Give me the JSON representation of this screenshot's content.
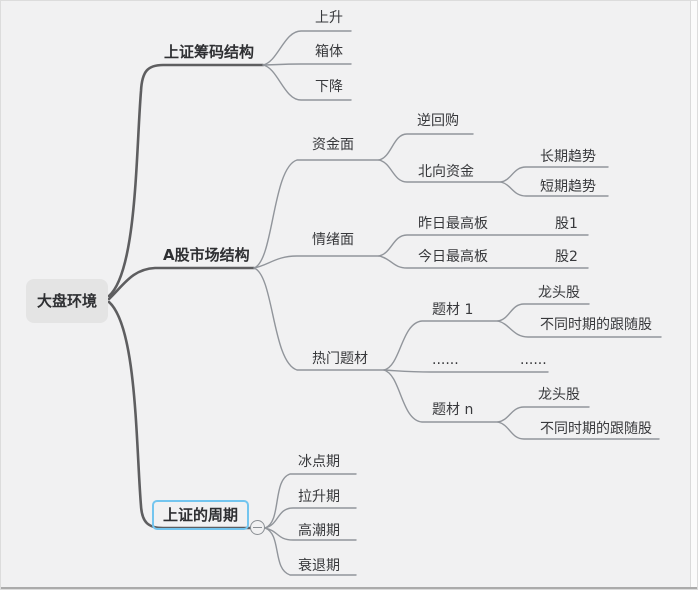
{
  "app": {
    "background_color": "#f1f1f2",
    "branch_line_color": "#5e5e60",
    "sub_line_color": "#91959b",
    "root_node_bg": "#e4e4e4",
    "selected_border_color": "#73c5ef",
    "collapse_toggle_state": "collapsed-minus"
  },
  "mindmap": {
    "root": {
      "label": "大盘环境"
    },
    "branches": [
      {
        "label": "上证筹码结构",
        "children": [
          {
            "label": "上升"
          },
          {
            "label": "箱体"
          },
          {
            "label": "下降"
          }
        ]
      },
      {
        "label": "A股市场结构",
        "children": [
          {
            "label": "资金面",
            "children": [
              {
                "label": "逆回购"
              },
              {
                "label": "北向资金",
                "children": [
                  {
                    "label": "长期趋势"
                  },
                  {
                    "label": "短期趋势"
                  }
                ]
              }
            ]
          },
          {
            "label": "情绪面",
            "children": [
              {
                "label": "昨日最高板",
                "children": [
                  {
                    "label": "股1"
                  }
                ]
              },
              {
                "label": "今日最高板",
                "children": [
                  {
                    "label": "股2"
                  }
                ]
              }
            ]
          },
          {
            "label": "热门题材",
            "children": [
              {
                "label": "题材 1",
                "children": [
                  {
                    "label": "龙头股"
                  },
                  {
                    "label": "不同时期的跟随股"
                  }
                ]
              },
              {
                "label": "......",
                "children": [
                  {
                    "label": "......"
                  }
                ]
              },
              {
                "label": "题材 n",
                "children": [
                  {
                    "label": "龙头股"
                  },
                  {
                    "label": "不同时期的跟随股"
                  }
                ]
              }
            ]
          }
        ]
      },
      {
        "label": "上证的周期",
        "children": [
          {
            "label": "冰点期"
          },
          {
            "label": "拉升期"
          },
          {
            "label": "高潮期"
          },
          {
            "label": "衰退期"
          }
        ]
      }
    ]
  }
}
